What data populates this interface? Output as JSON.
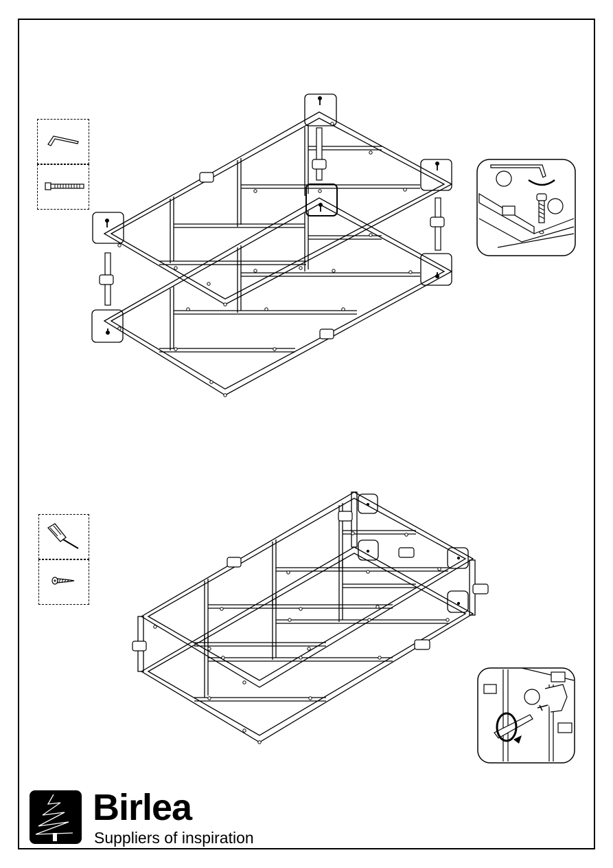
{
  "document": {
    "type": "assembly-instructions",
    "brand": {
      "name": "Birlea",
      "tagline": "Suppliers of inspiration"
    },
    "steps": [
      {
        "tools": [
          "allen-key-icon",
          "bolt-icon"
        ],
        "detail": "allen-key-tightening-bolt"
      },
      {
        "tools": [
          "screwdriver-icon",
          "screw-icon"
        ],
        "detail": "screwdriver-fixing-screw"
      }
    ]
  }
}
